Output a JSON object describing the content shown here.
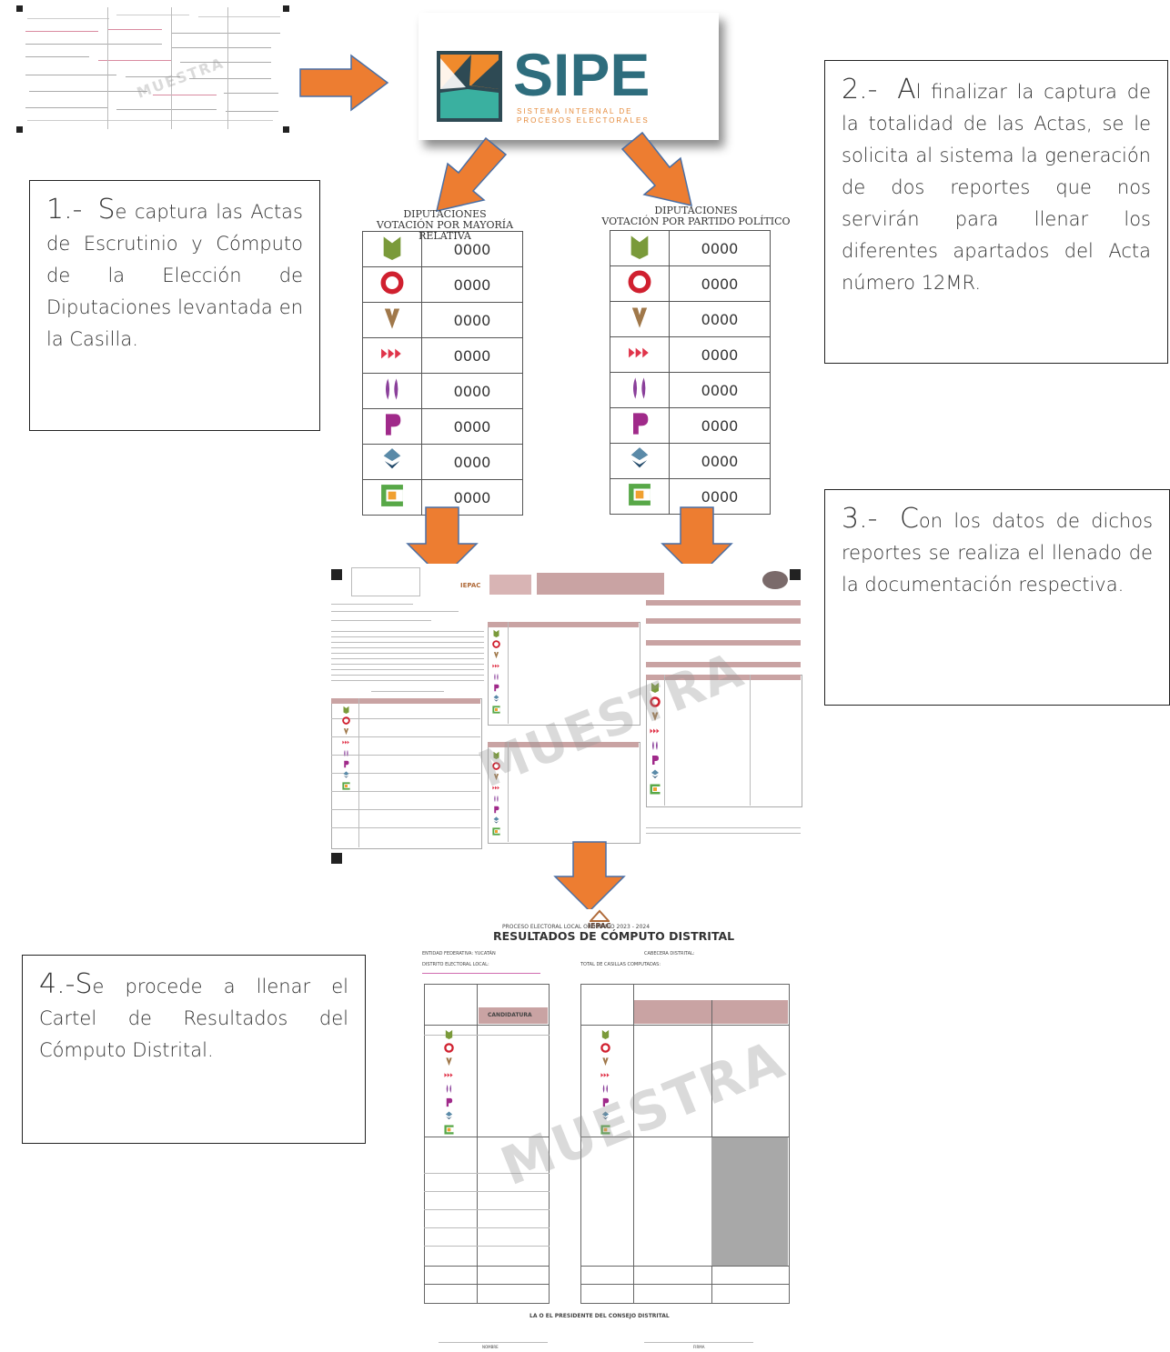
{
  "steps": [
    {
      "num": "1.-",
      "cap": "S",
      "first": "e captura las",
      "rest": "Actas de Escrutinio y Cómputo de la Elección de Diputaciones levantada en la Casilla."
    },
    {
      "num": "2.-",
      "cap": "A",
      "first": "l finalizar la captura",
      "rest": "de la totalidad de las Actas, se le solicita al sistema la generación de dos reportes que nos servirán para llenar los diferentes apartados del Acta número 12MR."
    },
    {
      "num": "3.-",
      "cap": "C",
      "first": "on los datos de",
      "rest": "dichos reportes se realiza el llenado de la documentación respectiva."
    },
    {
      "num": "4.-",
      "cap": "S",
      "first": "e procede a llenar el",
      "rest": "Cartel de Resultados del Cómputo Distrital."
    }
  ],
  "sipe": {
    "name": "SIPE",
    "subtitle_1": "SISTEMA INTERNAL DE",
    "subtitle_2": "PROCESOS ELECTORALES"
  },
  "report_left": {
    "title_1": "DIPUTACIONES",
    "title_2": "VOTACIÓN POR MAYORÍA RELATIVA",
    "values": [
      "0000",
      "0000",
      "0000",
      "0000",
      "0000",
      "0000",
      "0000",
      "0000"
    ]
  },
  "report_right": {
    "title_1": "DIPUTACIONES",
    "title_2": "VOTACIÓN POR PARTIDO POLÍTICO",
    "values": [
      "0000",
      "0000",
      "0000",
      "0000",
      "0000",
      "0000",
      "0000",
      "0000"
    ]
  },
  "watermark": "MUESTRA",
  "acta_thumb": {
    "logo": "IEPAC"
  },
  "cartel": {
    "logo": "IEPAC",
    "process": "PROCESO ELECTORAL LOCAL ORDINARIO 2023 - 2024",
    "title": "RESULTADOS DE CÓMPUTO DISTRITAL",
    "field_1": "ENTIDAD FEDERATIVA: YUCATÁN",
    "field_2": "CABECERA DISTRITAL:",
    "field_3": "DISTRITO ELECTORAL LOCAL:",
    "field_4": "TOTAL DE CASILLAS COMPUTADAS:",
    "col_left": "CANDIDATURA",
    "footer": "LA O EL PRESIDENTE DEL CONSEJO DISTRITAL",
    "sign_1": "NOMBRE",
    "sign_2": "FIRMA"
  },
  "colors": {
    "arrow": "#ed7d31",
    "arrow_outline": "#4a6fa5",
    "sipe_teal": "#2e6d7d",
    "sipe_orange": "#f08a2c",
    "pink_header": "#c9a3a3"
  }
}
